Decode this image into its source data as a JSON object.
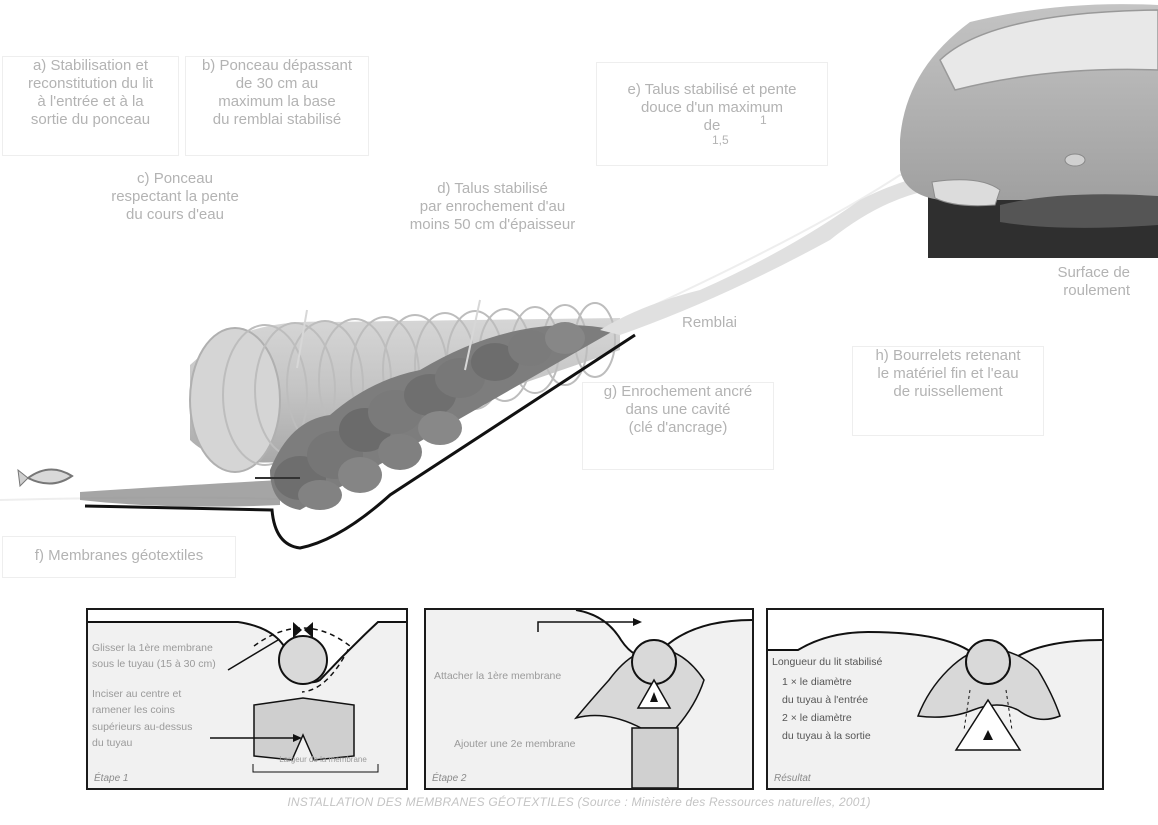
{
  "labels": {
    "a": "a) Stabilisation et\nreconstitution du lit\nà l'entrée et à la\nsortie du ponceau",
    "b": "b) Ponceau dépassant\nde 30 cm au\nmaximum la base\ndu remblai stabilisé",
    "c": "c) Ponceau\nrespectant la pente\ndu cours d'eau",
    "d": "d) Talus stabilisé\npar enrochement d'au\nmoins 50 cm d'épaisseur",
    "e": "e) Talus stabilisé et pente\ndouce d'un maximum\nde",
    "e_ratio_top": "1",
    "e_ratio_bottom": "1,5",
    "surface": "Surface de\nroulement",
    "remblai": "Remblai",
    "h": "h) Bourrelets retenant\nle matériel fin et l'eau\nde ruissellement",
    "g": "g) Enrochement ancré\ndans une cavité\n(clé d'ancrage)",
    "f": "f) Membranes géotextiles"
  },
  "panels": [
    {
      "text1": "Glisser la 1ère membrane\nsous le tuyau (15 à 30 cm)",
      "text2": "Inciser au centre et\nramener les coins\nsupérieurs au-dessus\ndu tuyau",
      "dim": "Largeur de la membrane",
      "step": "Étape 1"
    },
    {
      "text1": "Attacher la 1ère membrane",
      "text2": "Ajouter une 2e membrane",
      "step": "Étape 2"
    },
    {
      "text1": "Longueur du lit stabilisé",
      "text2": "1 × le diamètre\ndu tuyau à l'entrée\n2 × le diamètre\ndu tuyau à la sortie",
      "step": "Résultat"
    }
  ],
  "caption": "INSTALLATION DES MEMBRANES GÉOTEXTILES (Source : Ministère des Ressources naturelles, 2001)"
}
